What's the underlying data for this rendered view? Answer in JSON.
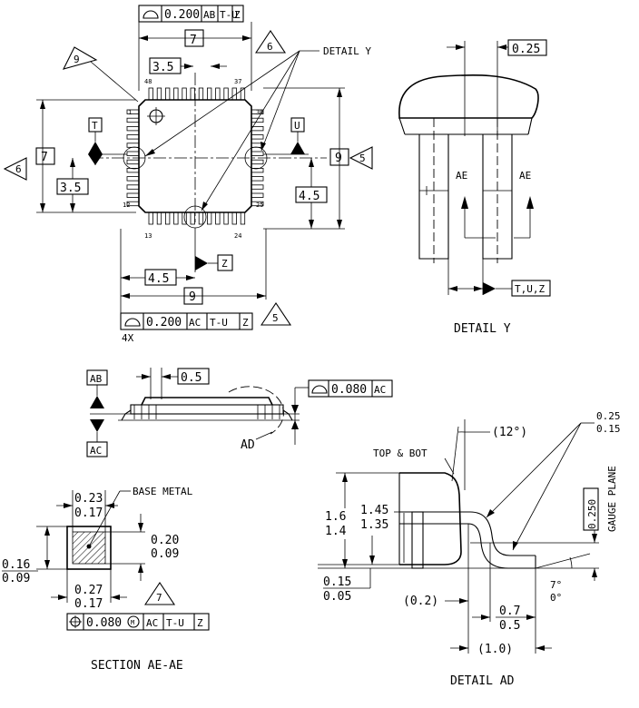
{
  "top_view": {
    "fcf_top": {
      "symbol": "profile-of-surface",
      "tolerance": "0.200",
      "datum1": "AB",
      "datum2": "T-U",
      "datum3": "Z"
    },
    "fcf_bottom": {
      "symbol": "profile-of-surface",
      "tolerance": "0.200",
      "datum1": "AC",
      "datum2": "T-U",
      "datum3": "Z"
    },
    "multiplier": "4X",
    "dim_body_width": "7",
    "dim_body_height": "7",
    "dim_half_width": "3.5",
    "dim_half_height": "3.5",
    "dim_lead_width": "9",
    "dim_lead_height": "9",
    "dim_half_lead_x": "4.5",
    "dim_half_lead_y": "4.5",
    "note_6": "6",
    "note_5": "5",
    "note_9": "9",
    "detail_y_label": "DETAIL Y",
    "pin_labels": [
      "48",
      "37",
      "1",
      "36",
      "12",
      "25",
      "13",
      "24"
    ],
    "datum_t": "T",
    "datum_u": "U",
    "datum_z": "Z"
  },
  "detail_y": {
    "dim_top": "0.25",
    "section_label": "AE",
    "datum_ref": "T,U,Z",
    "title": "DETAIL Y"
  },
  "side_view": {
    "datum_ab": "AB",
    "datum_ac": "AC",
    "dim_pitch": "0.5",
    "fcf_flat": {
      "symbol": "profile-of-surface",
      "tolerance": "0.080",
      "datum": "AC"
    },
    "detail_ad_label": "AD"
  },
  "section_ae": {
    "base_metal": "BASE METAL",
    "dim_width_top_max": "0.23",
    "dim_width_top_min": "0.17",
    "dim_thick_max": "0.20",
    "dim_thick_min": "0.09",
    "dim_thick_plated_max": "0.16",
    "dim_thick_plated_min": "0.09",
    "dim_width_bot_max": "0.27",
    "dim_width_bot_min": "0.17",
    "note_7": "7",
    "fcf_position": {
      "symbol": "position",
      "tolerance": "0.080",
      "modifier": "M",
      "datum1": "AC",
      "datum2": "T-U",
      "datum3": "Z"
    },
    "title": "SECTION AE-AE"
  },
  "detail_ad": {
    "angle_top": "(12°)",
    "top_bot": "TOP & BOT",
    "r_max": "0.25",
    "r_min": "0.15",
    "gauge_value": "0.250",
    "gauge_label": "GAUGE PLANE",
    "height_max": "1.6",
    "height_min": "1.4",
    "body_max": "1.45",
    "body_min": "1.35",
    "standoff_max": "0.15",
    "standoff_min": "0.05",
    "lead_ref": "(0.2)",
    "foot_max": "0.7",
    "foot_min": "0.5",
    "angle_max": "7°",
    "angle_min": "0°",
    "foot_len": "(1.0)",
    "title": "DETAIL AD"
  }
}
